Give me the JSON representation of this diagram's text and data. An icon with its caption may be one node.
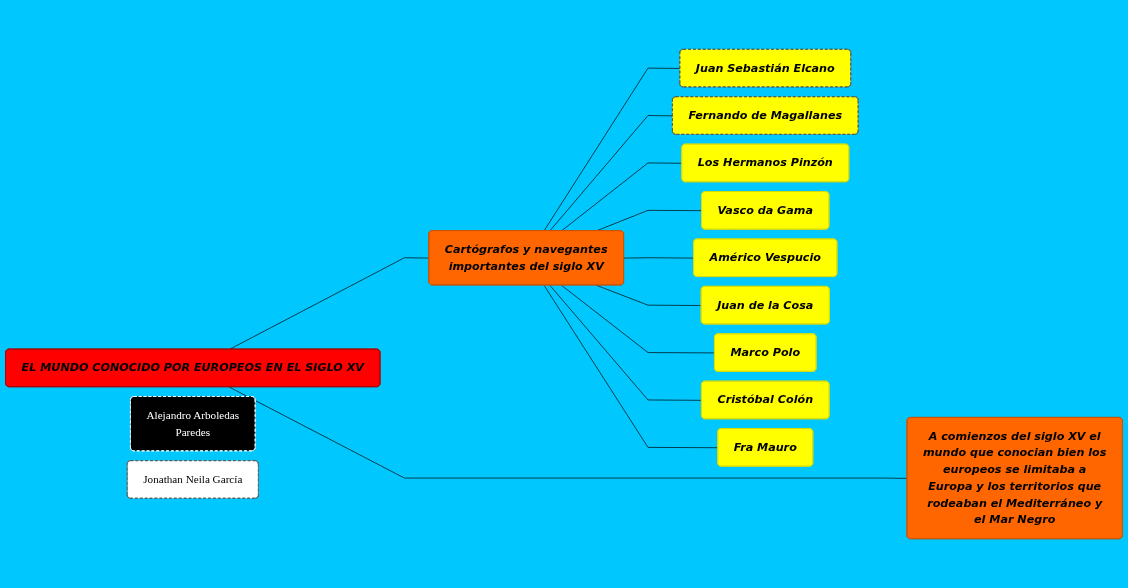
{
  "diagram": {
    "nodes": [
      {
        "text": [
          "EL MUNDO CONOCIDO POR EUROPEOS EN EL SIGLO XV"
        ]
      },
      {
        "text": [
          "A comienzos del siglo XV el mundo que conocian bien los europeos se limitaba a Europa y los territorios que rodeaban el Mediterráneo y el Mar Negro"
        ]
      },
      {
        "text": [
          "Cartógrafos y navegantes importantes del siglo XV"
        ]
      },
      {
        "text": [
          "Juan Sebastián Elcano"
        ]
      },
      {
        "text": [
          "Fernando de Magallanes"
        ]
      },
      {
        "text": [
          "Los Hermanos Pinzón"
        ]
      },
      {
        "text": [
          "Vasco da Gama"
        ]
      },
      {
        "text": [
          "Américo Vespucio"
        ]
      },
      {
        "text": [
          "Juan de la Cosa"
        ]
      },
      {
        "text": [
          "Marco Polo"
        ]
      },
      {
        "text": [
          "Cristóbal Colón"
        ]
      },
      {
        "text": [
          "Fra Mauro"
        ]
      },
      {
        "text": [
          "Alejandro Arboledas Paredes"
        ]
      },
      {
        "text": [
          "Jonathan Neila García"
        ]
      }
    ],
    "edges": [
      {
        "from": 0,
        "to": 1,
        "arrow": "none"
      },
      {
        "from": 0,
        "to": 2,
        "arrow": "none"
      },
      {
        "from": 2,
        "to": 3,
        "arrow": "none"
      },
      {
        "from": 2,
        "to": 4,
        "arrow": "none"
      },
      {
        "from": 2,
        "to": 5,
        "arrow": "none"
      },
      {
        "from": 2,
        "to": 6,
        "arrow": "none"
      },
      {
        "from": 2,
        "to": 7,
        "arrow": "none"
      },
      {
        "from": 2,
        "to": 8,
        "arrow": "none"
      },
      {
        "from": 2,
        "to": 9,
        "arrow": "none"
      },
      {
        "from": 2,
        "to": 10,
        "arrow": "none"
      },
      {
        "from": 2,
        "to": 11,
        "arrow": "none"
      }
    ]
  }
}
